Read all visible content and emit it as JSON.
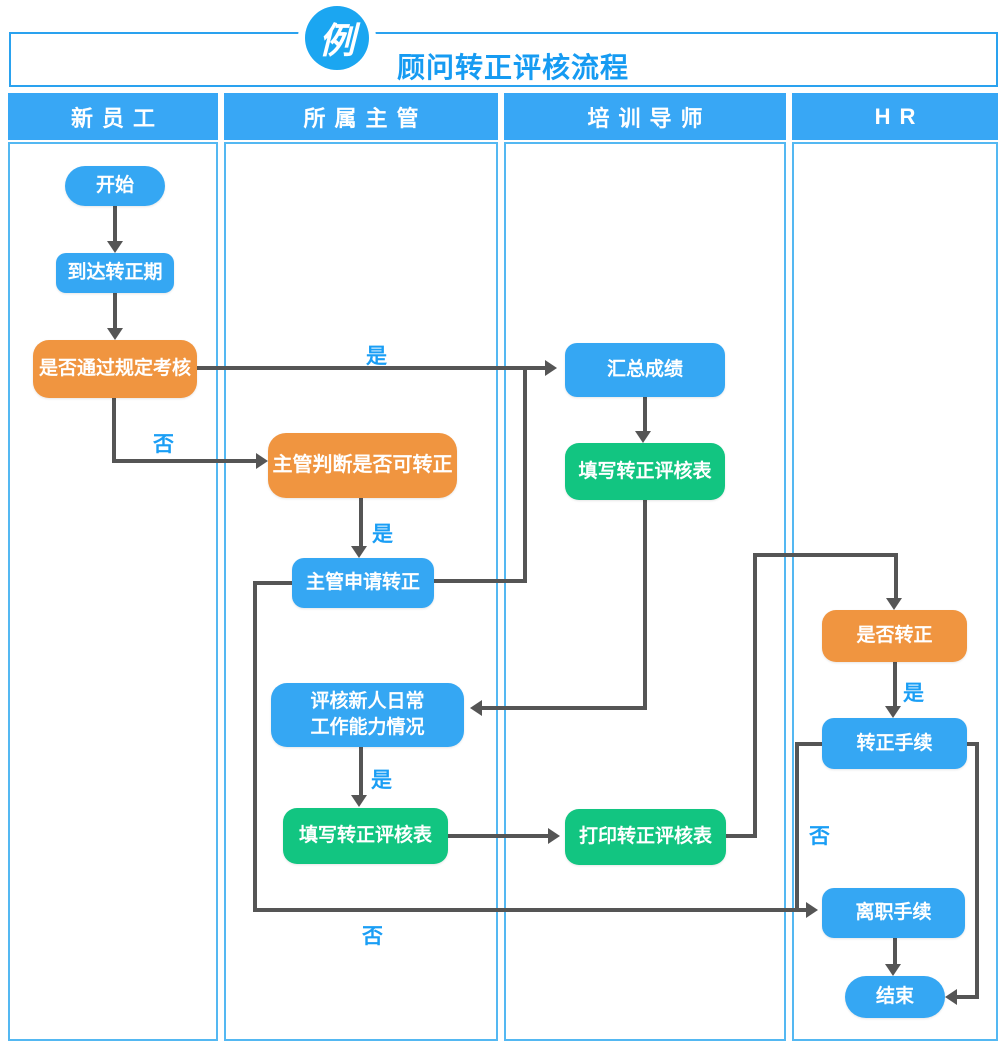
{
  "badge": {
    "label": "例"
  },
  "title": "顾问转正评核流程",
  "lanes": [
    {
      "label": "新员工"
    },
    {
      "label": "所属主管"
    },
    {
      "label": "培训导师"
    },
    {
      "label": "HR"
    }
  ],
  "nodes": {
    "start": {
      "label": "开始"
    },
    "reach_period": {
      "label": "到达转正期"
    },
    "pass_exam": {
      "label": "是否通过规定考核"
    },
    "supervisor_judge": {
      "label": "主管判断是否可转正"
    },
    "supervisor_apply": {
      "label": "主管申请转正"
    },
    "evaluate_daily": {
      "line1": "评核新人日常",
      "line2": "工作能力情况"
    },
    "fill_form_supervisor": {
      "label": "填写转正评核表"
    },
    "aggregate_scores": {
      "label": "汇总成绩"
    },
    "fill_form_mentor": {
      "label": "填写转正评核表"
    },
    "print_form": {
      "label": "打印转正评核表"
    },
    "confirm_regularization": {
      "label": "是否转正"
    },
    "regularization_procedure": {
      "label": "转正手续"
    },
    "resignation_procedure": {
      "label": "离职手续"
    },
    "end": {
      "label": "结束"
    }
  },
  "edge_labels": {
    "exam_yes": "是",
    "exam_no": "否",
    "judge_yes": "是",
    "apply_no": "否",
    "daily_yes": "是",
    "confirm_yes": "是",
    "confirm_no": "否"
  },
  "colors": {
    "node_blue": "#35a7f3",
    "node_orange": "#f09540",
    "node_green": "#12c581",
    "header_blue": "#38a7f5",
    "lane_border_blue": "#54b8f2",
    "connector_gray": "#555555",
    "label_blue": "#1a9ef5",
    "title_blue": "#169bf2"
  }
}
